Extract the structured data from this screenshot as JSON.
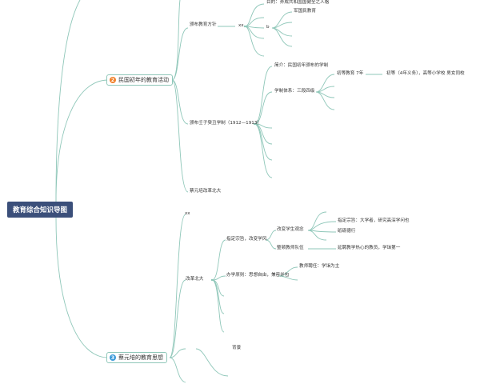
{
  "root": "教育综合知识导图",
  "branches": [
    {
      "number": "2",
      "badge_color": "#f0802a",
      "title": "民国初年的教育活动",
      "children": [
        {
          "label": "颁布教育方针",
          "xx": "xx",
          "sub": [
            "目的：养成共和国国健全之人格",
            "b",
            "军国民教育"
          ]
        },
        {
          "label": "颁布壬子癸丑学制（1912—1913）",
          "sub": [
            "简介：民国初年颁布的学制",
            "学制体系：三段四级",
            "初等教育 7年",
            "初等（4年义务），高等小学校 男女同校"
          ]
        },
        {
          "label": "蔡元培改革北大"
        }
      ]
    },
    {
      "number": "3",
      "badge_color": "#3b9ad9",
      "title": "蔡元培的教育思想",
      "children": [
        {
          "label": "xx"
        },
        {
          "label": "改革北大",
          "sub": [
            "指定宗旨，改变学风",
            "改变学生观念",
            "指定宗旨：大学者，研究高深学问也",
            "砥砺德行",
            "整顿教师队伍",
            "延聘教学热心的教员，学诣第一",
            "办学原则：思想自由，兼容并包",
            "教师聘任：学诣为主"
          ]
        },
        {
          "label": "背景"
        }
      ]
    }
  ]
}
